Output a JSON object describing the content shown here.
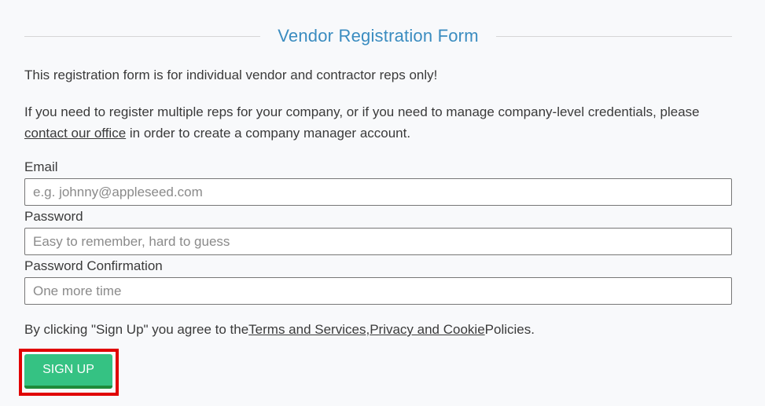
{
  "form": {
    "title": "Vendor Registration Form",
    "intro": "This registration form is for individual vendor and contractor reps only!",
    "multi_reps_before": "If you need to register multiple reps for your company, or if you need to manage company-level credentials, please ",
    "contact_link": "contact our office",
    "multi_reps_after": " in order to create a company manager account.",
    "fields": {
      "email": {
        "label": "Email",
        "placeholder": "e.g. johnny@appleseed.com",
        "value": ""
      },
      "password": {
        "label": "Password",
        "placeholder": "Easy to remember, hard to guess",
        "value": ""
      },
      "password_confirmation": {
        "label": "Password Confirmation",
        "placeholder": "One more time",
        "value": ""
      }
    },
    "terms_before": "By clicking \"Sign Up\" you agree to the",
    "terms_link": "Terms and Services",
    "terms_comma": ",",
    "privacy_link": "Privacy and Cookie",
    "terms_after": "Policies.",
    "signup_label": "SIGN UP"
  },
  "colors": {
    "title": "#3a8cc0",
    "button": "#35c283",
    "button_shadow": "#1e8a3a",
    "highlight": "#e00000"
  }
}
